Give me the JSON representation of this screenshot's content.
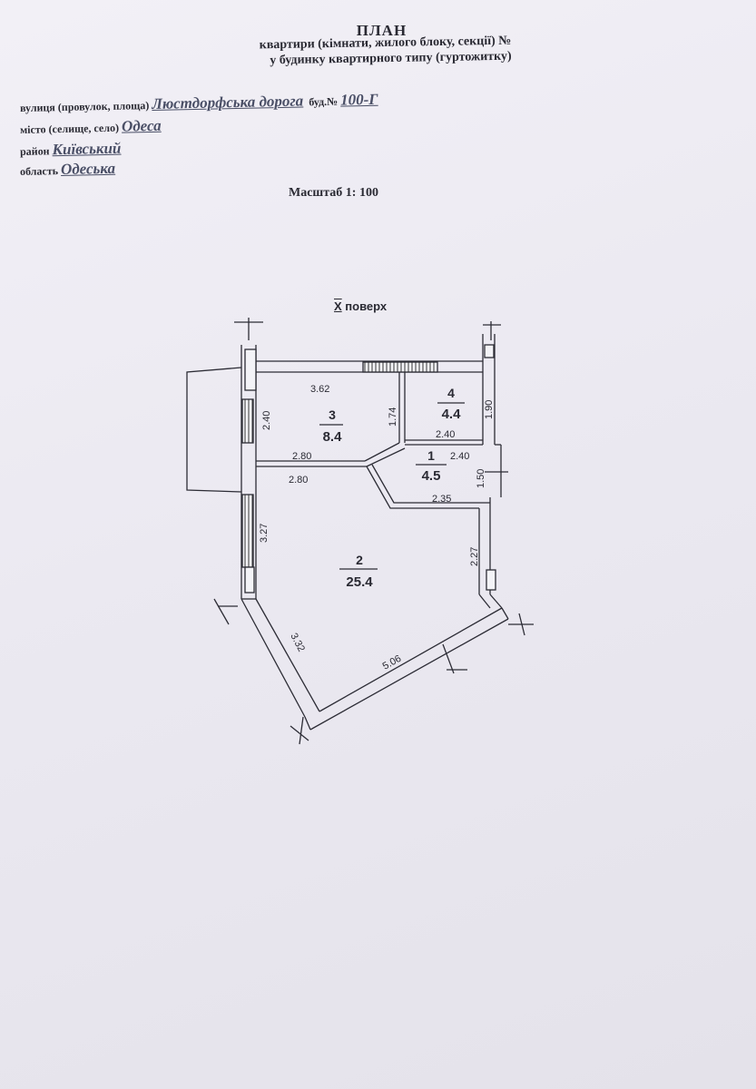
{
  "header": {
    "title": "ПЛАН",
    "subtitle_1": "квартири (кімнати, жилого блоку, секції) №",
    "subtitle_2": "у будинку квартирного типу (гуртожитку)"
  },
  "address": {
    "street_label": "вулиця (провулок, площа)",
    "street_value": "Люстдорфська дорога",
    "building_label": "буд.№",
    "building_value": "100-Г",
    "city_label": "місто (селище, село)",
    "city_value": "Одеса",
    "district_label": "район",
    "district_value": "Київський",
    "region_label": "область",
    "region_value": "Одеська"
  },
  "scale": "Масштаб 1: 100",
  "floor": {
    "roman": "X",
    "label": "поверх"
  },
  "rooms": [
    {
      "number": "1",
      "area": "4.5"
    },
    {
      "number": "2",
      "area": "25.4"
    },
    {
      "number": "3",
      "area": "8.4"
    },
    {
      "number": "4",
      "area": "4.4"
    }
  ],
  "dimensions": {
    "r3_top": "3.62",
    "r3_left": "2.40",
    "r3_right": "1.74",
    "r3_bottom": "2.80",
    "r2_top": "2.80",
    "r4_right": "1.90",
    "r4_bottom": "2.40",
    "r1_top": "2.40",
    "r1_right": "1.50",
    "r1_bottom": "2.35",
    "r2_left": "3.27",
    "r2_right": "2.27",
    "r2_diag_left": "3.32",
    "r2_diag_bottom": "5.06"
  }
}
